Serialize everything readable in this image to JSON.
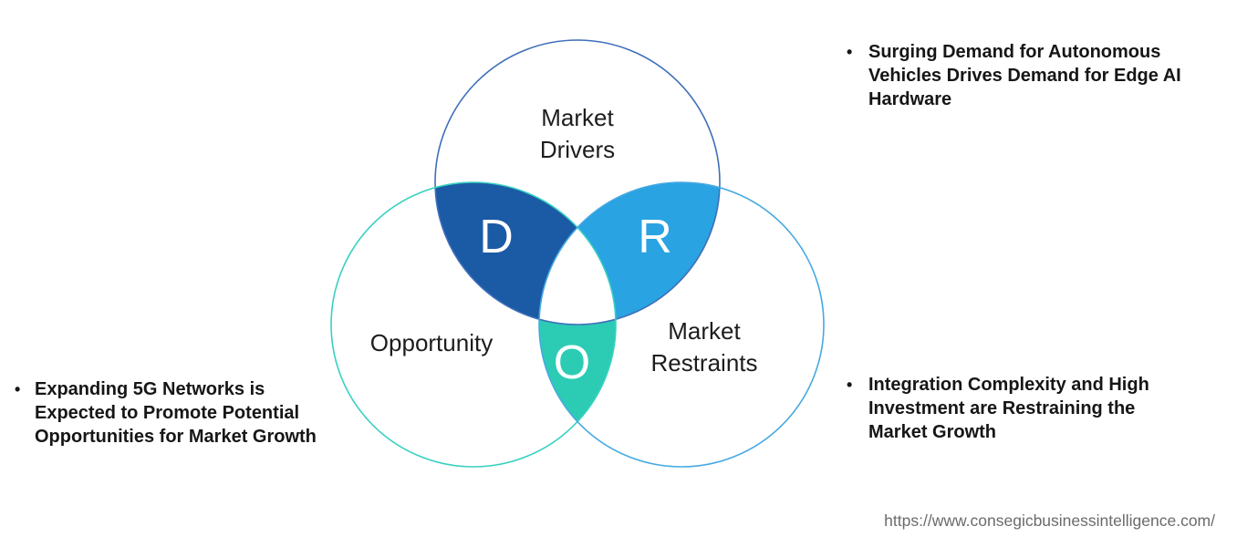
{
  "venn": {
    "letters": {
      "d": "D",
      "r": "R",
      "o": "O"
    },
    "labels": {
      "drivers": "Market\nDrivers",
      "opportunity": "Opportunity",
      "restraints": "Market\nRestraints"
    },
    "colors": {
      "drivers_stroke": "#3f6fba",
      "opportunity_stroke": "#38d1c1",
      "restraints_stroke": "#46a9e2",
      "d_fill": "#1b5aa5",
      "r_fill": "#29a3e2",
      "o_fill": "#2cccb4",
      "center_fill": "#ffffff"
    }
  },
  "bullets": {
    "marker": "•",
    "right_top": "Surging Demand for Autonomous\nVehicles Drives Demand for Edge AI\nHardware",
    "right_bottom": "Integration Complexity and High\nInvestment are Restraining the\nMarket Growth",
    "left": "Expanding 5G Networks is\nExpected to Promote Potential\nOpportunities for Market Growth"
  },
  "footer": {
    "url": "https://www.consegicbusinessintelligence.com/"
  }
}
